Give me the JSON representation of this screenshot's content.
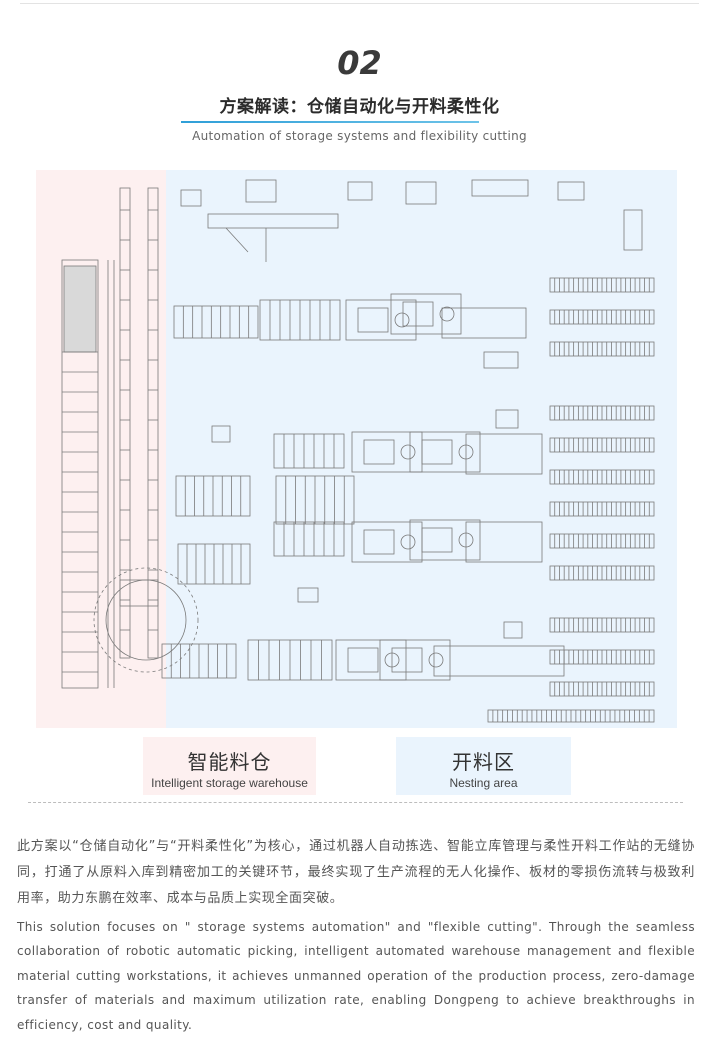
{
  "section": {
    "number": "02",
    "title": "方案解读：仓储自动化与开料柔性化",
    "subtitle": "Automation of storage systems and flexibility cutting"
  },
  "legend": {
    "storage": {
      "zh": "智能料仓",
      "en": "Intelligent storage warehouse"
    },
    "nesting": {
      "zh": "开料区",
      "en": "Nesting area"
    }
  },
  "diagram": {
    "storage_zone_color": "#fdf0f0",
    "nesting_zone_color": "#eaf4fd",
    "line_color": "#7a7a7a"
  },
  "body": {
    "zh": "此方案以“仓储自动化”与“开料柔性化”为核心，通过机器人自动拣选、智能立库管理与柔性开料工作站的无缝协同，打通了从原料入库到精密加工的关键环节，最终实现了生产流程的无人化操作、板材的零损伤流转与极致利用率，助力东鹏在效率、成本与品质上实现全面突破。",
    "en": "This solution focuses on \" storage systems automation\" and \"flexible cutting\". Through the seamless collaboration of robotic automatic picking, intelligent automated warehouse management and flexible material cutting workstations, it achieves unmanned operation of the production process, zero-damage transfer of materials and maximum utilization rate, enabling Dongpeng to achieve breakthroughs in efficiency, cost and quality."
  }
}
